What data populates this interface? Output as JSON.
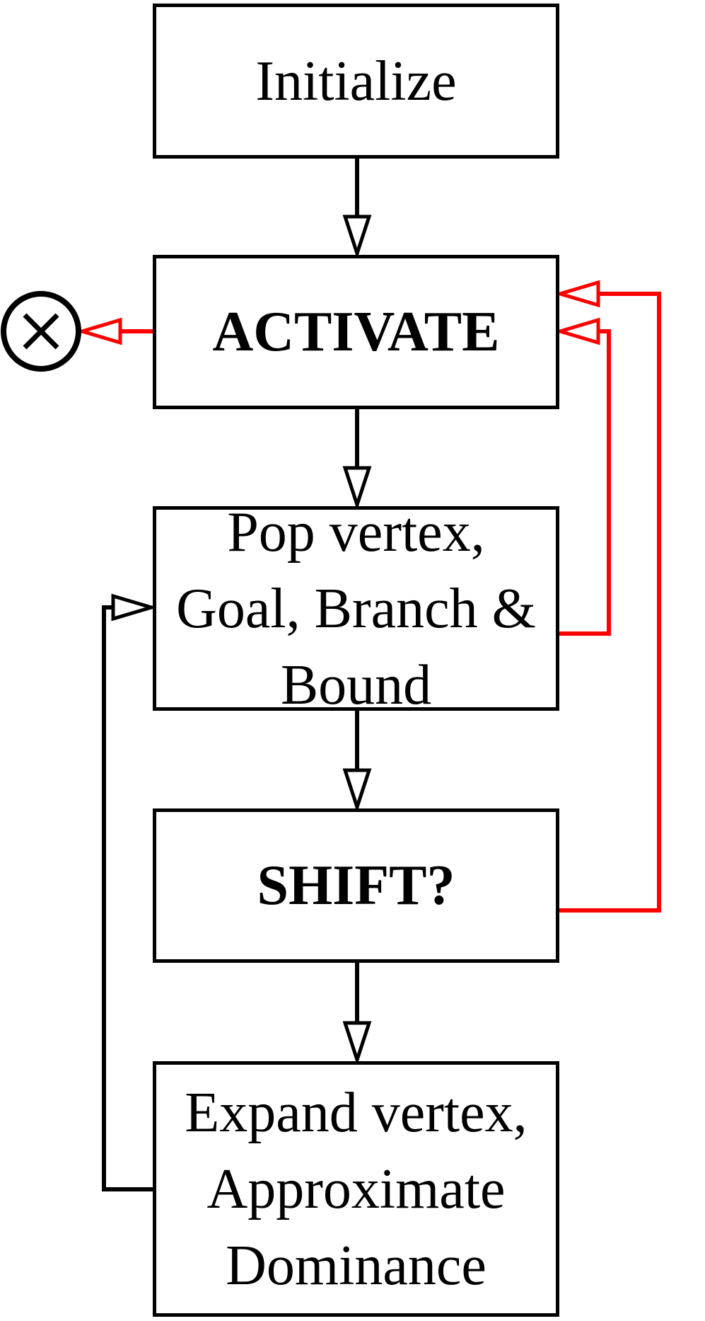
{
  "nodes": {
    "initialize": {
      "label": "Initialize"
    },
    "activate": {
      "label": "ACTIVATE"
    },
    "pop": {
      "lines": [
        "Pop vertex,",
        "Goal, Branch &",
        "Bound"
      ]
    },
    "shift": {
      "label": "SHIFT?"
    },
    "expand": {
      "lines": [
        "Expand vertex,",
        "Approximate",
        "Dominance"
      ]
    }
  },
  "terminal_symbol": "terminate-icon",
  "colors": {
    "main_flow": "#000000",
    "feedback_flow": "#ff0000",
    "background": "#ffffff"
  }
}
